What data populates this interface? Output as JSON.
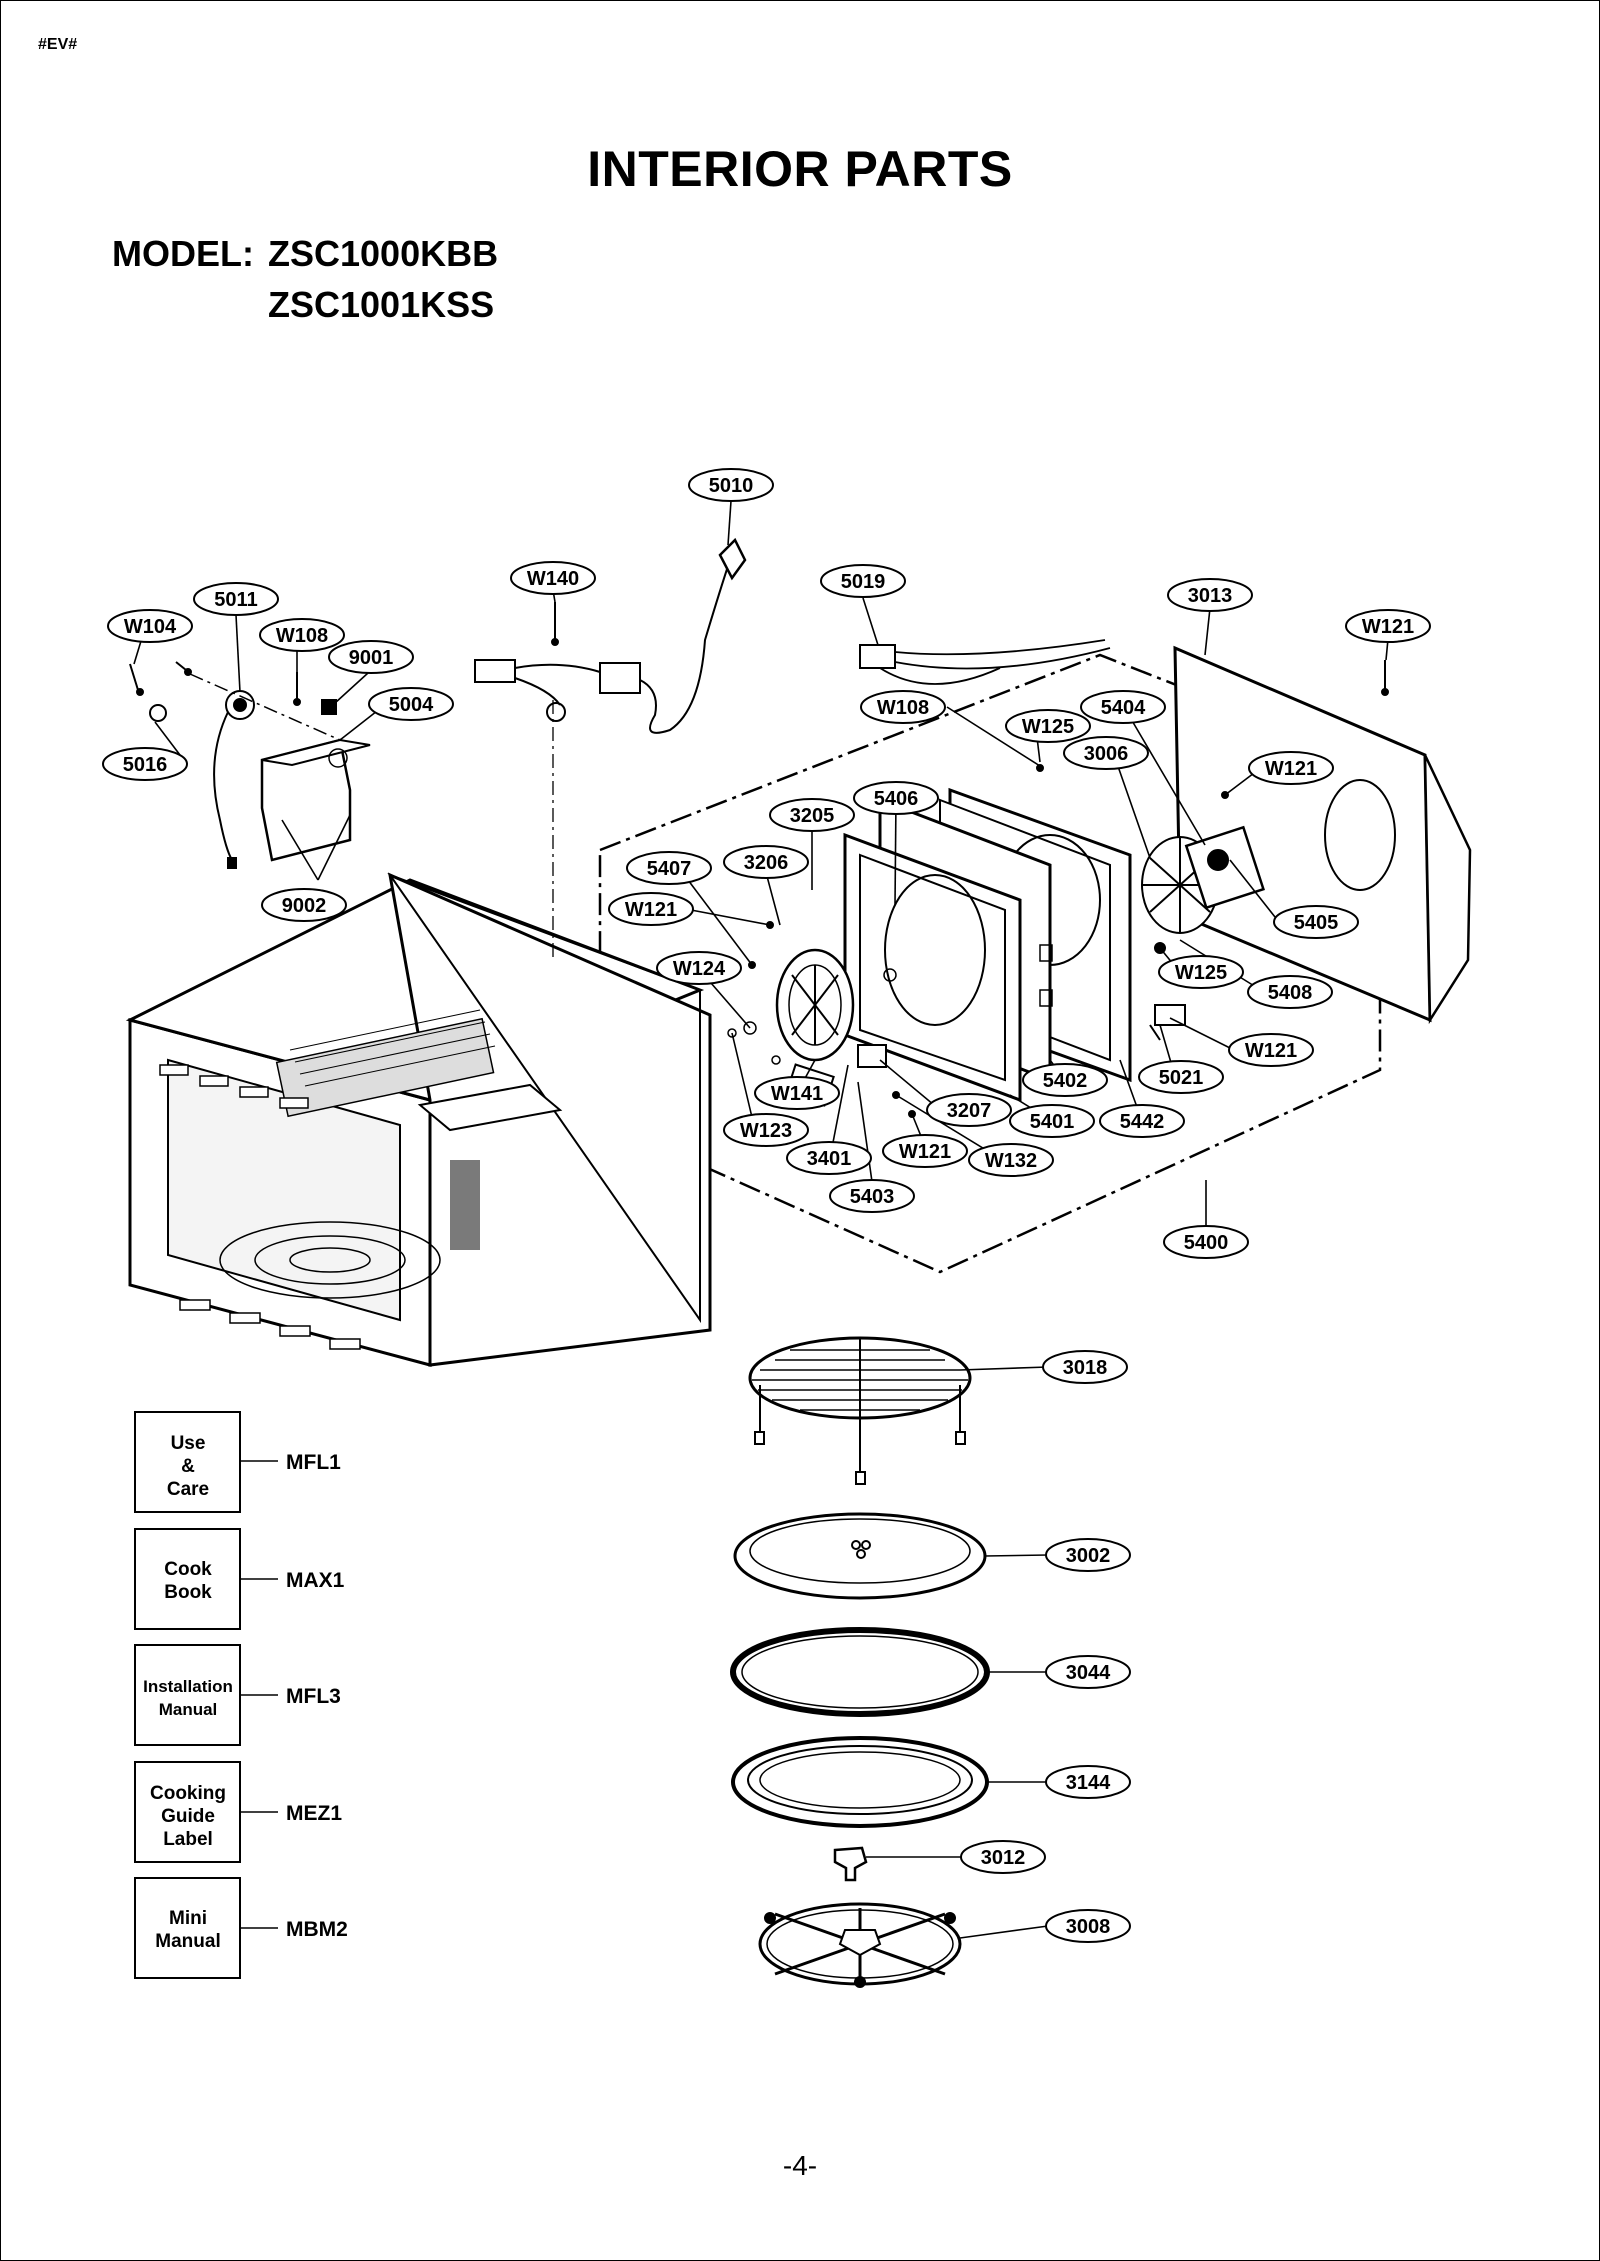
{
  "header": {
    "doc_code": "#EV#"
  },
  "title": "INTERIOR PARTS",
  "model": {
    "label": "MODEL:",
    "numbers": [
      "ZSC1000KBB",
      "ZSC1001KSS"
    ]
  },
  "callouts": {
    "c5010": "5010",
    "cW140": "W140",
    "c5019": "5019",
    "c3013": "3013",
    "cW121a": "W121",
    "c5011": "5011",
    "cW104": "W104",
    "cW108a": "W108",
    "c9001": "9001",
    "c5004": "5004",
    "c5016": "5016",
    "c9002": "9002",
    "cW108b": "W108",
    "cW125a": "W125",
    "c5404": "5404",
    "c3006": "3006",
    "cW121b": "W121",
    "c5406": "5406",
    "c3205": "3205",
    "c3206": "3206",
    "c5407": "5407",
    "cW121c": "W121",
    "cW124": "W124",
    "c5405": "5405",
    "cW125b": "W125",
    "c5408": "5408",
    "cW121d": "W121",
    "c5021": "5021",
    "c5402": "5402",
    "cW141": "W141",
    "c3207": "3207",
    "c5401": "5401",
    "c5442": "5442",
    "cW123": "W123",
    "c3401": "3401",
    "cW121e": "W121",
    "cW132": "W132",
    "c5403": "5403",
    "c5400": "5400",
    "c3018": "3018",
    "c3002": "3002",
    "c3044": "3044",
    "c3144": "3144",
    "c3012": "3012",
    "c3008": "3008"
  },
  "documents": [
    {
      "lines": [
        "Use",
        "&",
        "Care"
      ],
      "code": "MFL1"
    },
    {
      "lines": [
        "Cook",
        "Book"
      ],
      "code": "MAX1"
    },
    {
      "lines": [
        "Installation",
        "Manual"
      ],
      "code": "MFL3"
    },
    {
      "lines": [
        "Cooking",
        "Guide",
        "Label"
      ],
      "code": "MEZ1"
    },
    {
      "lines": [
        "Mini",
        "Manual"
      ],
      "code": "MBM2"
    }
  ],
  "page_number": "-4-"
}
